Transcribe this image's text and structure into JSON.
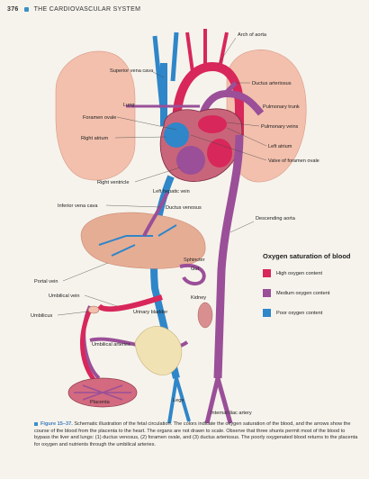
{
  "header": {
    "page_number": "376",
    "section_title": "THE CARDIOVASCULAR SYSTEM"
  },
  "labels": {
    "arch_of_aorta": "Arch of aorta",
    "superior_vena_cava": "Superior vena cava",
    "ductus_arteriosus": "Ductus arteriosus",
    "lung": "Lung",
    "pulmonary_trunk": "Pulmonary trunk",
    "foramen_ovale": "Foramen ovale",
    "pulmonary_veins": "Pulmonary veins",
    "right_atrium": "Right atrium",
    "left_atrium": "Left atrium",
    "valve_of_foramen_ovale": "Valve of foramen ovale",
    "right_ventricle": "Right ventricle",
    "left_hepatic_vein": "Left hepatic vein",
    "inferior_vena_cava": "Inferior vena cava",
    "ductus_venosus": "Ductus venosus",
    "descending_aorta": "Descending aorta",
    "sphincter": "Sphincter",
    "gut": "Gut",
    "portal_vein": "Portal vein",
    "umbilical_vein": "Umbilical vein",
    "kidney": "Kidney",
    "urinary_bladder": "Urinary bladder",
    "umbilicus": "Umbilicus",
    "umbilical_arteries": "Umbilical arteries",
    "placenta": "Placenta",
    "legs": "Legs",
    "internal_iliac_artery": "Internal iliac artery"
  },
  "legend": {
    "title": "Oxygen saturation of blood",
    "items": [
      {
        "label": "High oxygen content",
        "color": "#d8275a"
      },
      {
        "label": "Medium oxygen content",
        "color": "#9a4f98"
      },
      {
        "label": "Poor oxygen content",
        "color": "#2f86c9"
      }
    ]
  },
  "caption": {
    "figure_label": "Figure 15–37.",
    "text": "Schematic illustration of the fetal circulation. The colors indicate the oxygen saturation of the blood, and the arrows show the course of the blood from the placenta to the heart. The organs are not drawn to scale. Observe that three shunts permit most of the blood to bypass the liver and lungs: (1) ductus venosus, (2) foramen ovale, and (3) ductus arteriosus. The poorly oxygenated blood returns to the placenta for oxygen and nutrients through the umbilical arteries."
  },
  "colors": {
    "high_oxygen": "#d8275a",
    "medium_oxygen": "#9a4f98",
    "poor_oxygen": "#2f86c9",
    "lung_tissue": "#f2c0ad",
    "liver_tissue": "#e6ad95",
    "bladder": "#f1e2b4"
  }
}
